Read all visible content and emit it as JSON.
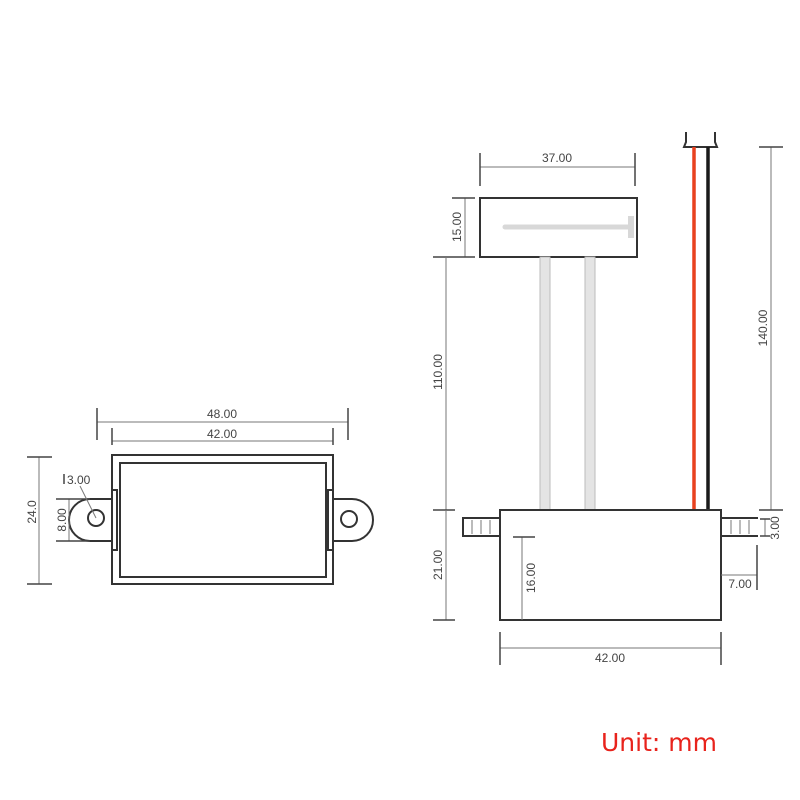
{
  "unit_label": "Unit: mm",
  "colors": {
    "unit_text": "#e8231c",
    "wire_red": "#e8411f",
    "wire_black": "#1a1a1a",
    "tube": "#d8d8d8"
  },
  "top_view": {
    "dims": {
      "overall_width": "48.00",
      "body_width": "42.00",
      "height": "24.0",
      "tab_height": "8.00",
      "hole_diameter": "3.00"
    }
  },
  "side_view": {
    "dims": {
      "probe_width": "37.00",
      "probe_height": "15.00",
      "tube_length": "110.00",
      "wire_length": "140.00",
      "body_height": "21.00",
      "inner_height": "16.00",
      "ear_height": "3.00",
      "ear_length": "7.00",
      "body_width": "42.00"
    }
  }
}
